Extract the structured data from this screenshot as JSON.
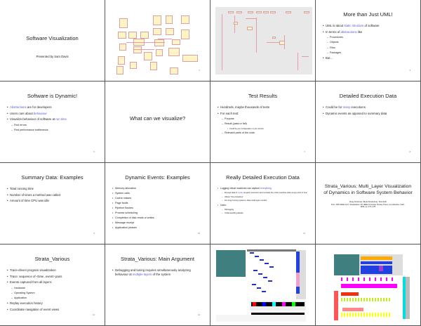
{
  "slides": [
    {
      "kind": "titleslide",
      "title": "Software Visualization",
      "subtitle": "Presented by Sam Davis",
      "page": ""
    },
    {
      "kind": "image",
      "image": "uml-class-diagram",
      "page": "2"
    },
    {
      "kind": "image",
      "image": "uml-sequence-diagram",
      "page": ""
    },
    {
      "kind": "bullets",
      "title": "More than Just UML!",
      "page": "4",
      "bullets": [
        {
          "level": 1,
          "parts": [
            {
              "t": "UML is about "
            },
            {
              "t": "static structure",
              "hl": true
            },
            {
              "t": " of software"
            }
          ]
        },
        {
          "level": 1,
          "parts": [
            {
              "t": "In terms of "
            },
            {
              "t": "abstractions",
              "hl": true
            },
            {
              "t": " like"
            }
          ]
        },
        {
          "level": 2,
          "parts": [
            {
              "t": "Procedures"
            }
          ]
        },
        {
          "level": 2,
          "parts": [
            {
              "t": "Objects"
            }
          ]
        },
        {
          "level": 2,
          "parts": [
            {
              "t": "Files"
            }
          ]
        },
        {
          "level": 2,
          "parts": [
            {
              "t": "Packages"
            }
          ]
        },
        {
          "level": 1,
          "parts": [
            {
              "t": "But…"
            }
          ]
        }
      ]
    },
    {
      "kind": "bullets",
      "title": "Software is Dynamic!",
      "page": "5",
      "bullets": [
        {
          "level": 1,
          "parts": [
            {
              "t": "Abstractions",
              "hl": true
            },
            {
              "t": " are for developers"
            }
          ]
        },
        {
          "level": 1,
          "parts": [
            {
              "t": "Users care about "
            },
            {
              "t": "behaviour",
              "hl": true
            }
          ]
        },
        {
          "level": 1,
          "parts": [
            {
              "t": "Visualize behaviour of software at "
            },
            {
              "t": "run time",
              "hl": true
            }
          ]
        },
        {
          "level": 2,
          "parts": [
            {
              "t": "Find errors"
            }
          ]
        },
        {
          "level": 2,
          "parts": [
            {
              "t": "Find performance bottlenecks"
            }
          ]
        }
      ]
    },
    {
      "kind": "center",
      "title": "What can we visualize?",
      "page": ""
    },
    {
      "kind": "bullets",
      "title": "Test Results",
      "page": "7",
      "bullets": [
        {
          "level": 1,
          "parts": [
            {
              "t": "Hundreds, maybe thousands of tests"
            }
          ]
        },
        {
          "level": 1,
          "parts": [
            {
              "t": "For each test:"
            }
          ]
        },
        {
          "level": 2,
          "parts": [
            {
              "t": "Purpose"
            }
          ]
        },
        {
          "level": 2,
          "parts": [
            {
              "t": "Result (pass or fail)"
            }
          ]
        },
        {
          "level": 3,
          "parts": [
            {
              "t": "Could be per-configuration or per-version"
            }
          ]
        },
        {
          "level": 2,
          "parts": [
            {
              "t": "Relevant parts of the code"
            }
          ]
        }
      ]
    },
    {
      "kind": "bullets",
      "title": "Detailed Execution Data",
      "page": "8",
      "bullets": [
        {
          "level": 1,
          "parts": [
            {
              "t": "Could be for "
            },
            {
              "t": "many",
              "hl": true
            },
            {
              "t": " executions"
            }
          ]
        },
        {
          "level": 1,
          "parts": [
            {
              "t": "Dynamic events as opposed to summary data"
            }
          ]
        }
      ]
    },
    {
      "kind": "bullets",
      "title": "Summary Data: Examples",
      "page": "9",
      "bullets": [
        {
          "level": 1,
          "parts": [
            {
              "t": "Total running time"
            }
          ]
        },
        {
          "level": 1,
          "parts": [
            {
              "t": "Number of times a method was called"
            }
          ]
        },
        {
          "level": 1,
          "parts": [
            {
              "t": "Amount of time CPU was idle"
            }
          ]
        }
      ]
    },
    {
      "kind": "bullets",
      "title": "Dynamic Events: Examples",
      "page": "10",
      "style": "small",
      "bullets": [
        {
          "level": 1,
          "parts": [
            {
              "t": "Memory allocation"
            }
          ]
        },
        {
          "level": 1,
          "parts": [
            {
              "t": "System calls"
            }
          ]
        },
        {
          "level": 1,
          "parts": [
            {
              "t": "Cache misses"
            }
          ]
        },
        {
          "level": 1,
          "parts": [
            {
              "t": "Page faults"
            }
          ]
        },
        {
          "level": 1,
          "parts": [
            {
              "t": "Pipeline flushes"
            }
          ]
        },
        {
          "level": 1,
          "parts": [
            {
              "t": "Process scheduling"
            }
          ]
        },
        {
          "level": 1,
          "parts": [
            {
              "t": "Completion of disk reads or writes"
            }
          ]
        },
        {
          "level": 1,
          "parts": [
            {
              "t": "Message receipt"
            }
          ]
        },
        {
          "level": 1,
          "parts": [
            {
              "t": "Application phases"
            }
          ]
        }
      ]
    },
    {
      "kind": "bullets",
      "title": "Really Detailed Execution Data",
      "page": "11",
      "style": "tiny",
      "bullets": [
        {
          "level": 1,
          "parts": [
            {
              "t": "Logging virtual machines can capture "
            },
            {
              "t": "everything",
              "hl": true
            }
          ]
        },
        {
          "level": 2,
          "parts": [
            {
              "t": "Enough data to "
            },
            {
              "t": "replay",
              "hl": true
            },
            {
              "t": " program execution and recreate the entire machine state at any point in time"
            }
          ]
        },
        {
          "level": 2,
          "parts": [
            {
              "t": "Allows \"time-traveling\""
            }
          ]
        },
        {
          "level": 2,
          "parts": [
            {
              "t": "For long running systems, data could span months"
            }
          ]
        },
        {
          "level": 1,
          "parts": [
            {
              "t": "Uses:"
            }
          ]
        },
        {
          "level": 2,
          "parts": [
            {
              "t": "Debugging"
            }
          ]
        },
        {
          "level": 2,
          "parts": [
            {
              "t": "Understanding attacks"
            }
          ]
        }
      ]
    },
    {
      "kind": "paper",
      "title": "Strata_Various: Multi_Layer Visualization of Dynamics in Software System Behavior",
      "authors": "Doug Kimelman, Bryan Rosenburg, Tova Roth",
      "citation": "Proc. Fifth IEEE Conf. Visualization '94, IEEE Computer Society Press, Los Alamitos, Calif., 1994, pp. 172–178.",
      "page": ""
    },
    {
      "kind": "bullets",
      "title": "Strata_Various",
      "page": "13",
      "bullets": [
        {
          "level": 1,
          "parts": [
            {
              "t": "Trace-driven program visualization"
            }
          ]
        },
        {
          "level": 1,
          "parts": [
            {
              "t": "Trace: sequence of <time, event> pairs"
            }
          ]
        },
        {
          "level": 1,
          "parts": [
            {
              "t": "Events captured from all layers:"
            }
          ]
        },
        {
          "level": 2,
          "parts": [
            {
              "t": "Hardware"
            }
          ]
        },
        {
          "level": 2,
          "parts": [
            {
              "t": "Operating System"
            }
          ]
        },
        {
          "level": 2,
          "parts": [
            {
              "t": "Application"
            }
          ]
        },
        {
          "level": 1,
          "parts": [
            {
              "t": "Replay execution history"
            }
          ]
        },
        {
          "level": 1,
          "parts": [
            {
              "t": "Coordinate navigation of event views"
            }
          ]
        }
      ]
    },
    {
      "kind": "bullets",
      "title": "Strata_Various: Main Argument",
      "page": "14",
      "bullets": [
        {
          "level": 1,
          "parts": [
            {
              "t": "Debugging and tuning requires simultaneously analyzing behaviour at "
            },
            {
              "t": "multiple layers",
              "hl": true
            },
            {
              "t": " of the system"
            }
          ]
        }
      ]
    },
    {
      "kind": "image",
      "image": "strata-various-screenshot-1",
      "page": ""
    },
    {
      "kind": "image",
      "image": "strata-various-screenshot-2",
      "page": ""
    }
  ],
  "colors": {
    "highlight": "#5a5ad6",
    "border": "#555555"
  }
}
